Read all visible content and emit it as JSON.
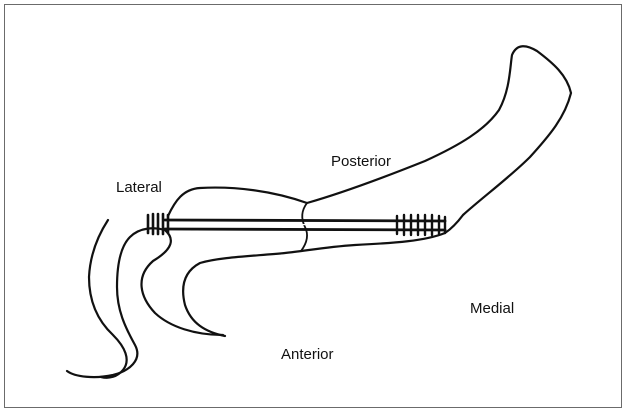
{
  "labels": {
    "lateral": "Lateral",
    "posterior": "Posterior",
    "medial": "Medial",
    "anterior": "Anterior"
  },
  "colors": {
    "line": "#111111",
    "frame": "#6b6b6b",
    "background": "#ffffff"
  }
}
